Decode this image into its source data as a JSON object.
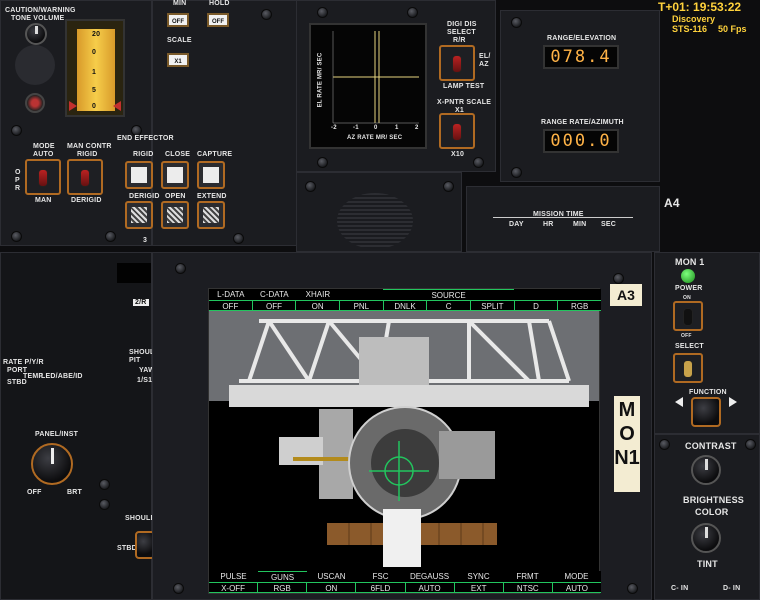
{
  "hud": {
    "mission_time": "T+01: 19:53:22",
    "vehicle": "Discovery",
    "mission": "STS-116",
    "fps": "50 Fps"
  },
  "panel_left_top": {
    "caution_label": "CAUTION/WARNING",
    "tone_label": "TONE VOLUME",
    "mode_label": "MODE",
    "mode_auto": "AUTO",
    "mode_man": "MAN",
    "opr": "O P R",
    "man_contr_label": "MAN CONTR",
    "rigid_label": "RIGID",
    "derigid_label": "DERIGID",
    "meter_ticks": [
      "20",
      "0",
      "1",
      "5",
      "0"
    ]
  },
  "end_effector": {
    "title": "END EFFECTOR",
    "min_label": "MIN",
    "hold_label": "HOLD",
    "off1": "OFF",
    "off2": "OFF",
    "scale_label": "SCALE",
    "scale_value": "X1",
    "rigid": "RIGID",
    "close": "CLOSE",
    "capture": "CAPTURE",
    "derigid": "DERIGID",
    "open": "OPEN",
    "extend": "EXTEND",
    "panel_number": "3"
  },
  "rate_display": {
    "ylabel": "EL RATE MR/ SEC",
    "xlabel": "AZ RATE MR/ SEC",
    "xticks": [
      "-2",
      "-1",
      "0",
      "1",
      "2"
    ],
    "digi_dis": "DIGI DIS",
    "select": "SELECT",
    "rr": "R/R",
    "el_az": "EL/ AZ",
    "lamp_test": "LAMP TEST",
    "x_pntr_scale": "X-PNTR SCALE",
    "x1": "X1",
    "x10": "X10"
  },
  "range_panel": {
    "range_label": "RANGE/ELEVATION",
    "range_value": "078.4",
    "rate_label": "RANGE RATE/AZIMUTH",
    "rate_value": "000.0"
  },
  "mission_timer": {
    "title": "MISSION TIME",
    "day": "DAY",
    "hr": "HR",
    "min": "MIN",
    "sec": "SEC",
    "panel_id": "A4"
  },
  "left_mid": {
    "panel_2r": "2/R",
    "rate_pyr": "RATE P/Y/R",
    "port": "PORT",
    "stbd": "STBD",
    "temp": "TEMP",
    "led_abe_id": "LED/ABE/ID",
    "panel_inst": "PANEL/INST",
    "off": "OFF",
    "brt": "BRT",
    "shoulder_pitch": "SHOULD PIT",
    "yaw": "YAW",
    "val_1": "1/S1",
    "shoulder": "SHOULD",
    "stbd2": "STBD"
  },
  "monitor": {
    "panel_id": "A3",
    "side_label": "MON1",
    "top_labels": [
      "L-DATA",
      "C-DATA",
      "XHAIR",
      "",
      "SOURCE",
      "",
      "",
      "",
      ""
    ],
    "top_values": [
      "OFF",
      "OFF",
      "ON",
      "PNL",
      "DNLK",
      "C",
      "SPLIT",
      "D",
      "RGB"
    ],
    "bottom_labels": [
      "PULSE",
      "GUNS",
      "USCAN",
      "FSC",
      "DEGAUSS",
      "SYNC",
      "FRMT",
      "MODE"
    ],
    "bottom_values": [
      "X-OFF",
      "RGB",
      "ON",
      "6FLD",
      "AUTO",
      "EXT",
      "NTSC",
      "AUTO"
    ]
  },
  "mon_controls": {
    "title": "MON 1",
    "power": "POWER",
    "on": "ON",
    "off": "OFF",
    "select": "SELECT",
    "function": "FUNCTION",
    "contrast": "CONTRAST",
    "brightness": "BRIGHTNESS",
    "color": "COLOR",
    "tint": "TINT",
    "c_in": "C- IN",
    "d_in": "D- IN"
  }
}
